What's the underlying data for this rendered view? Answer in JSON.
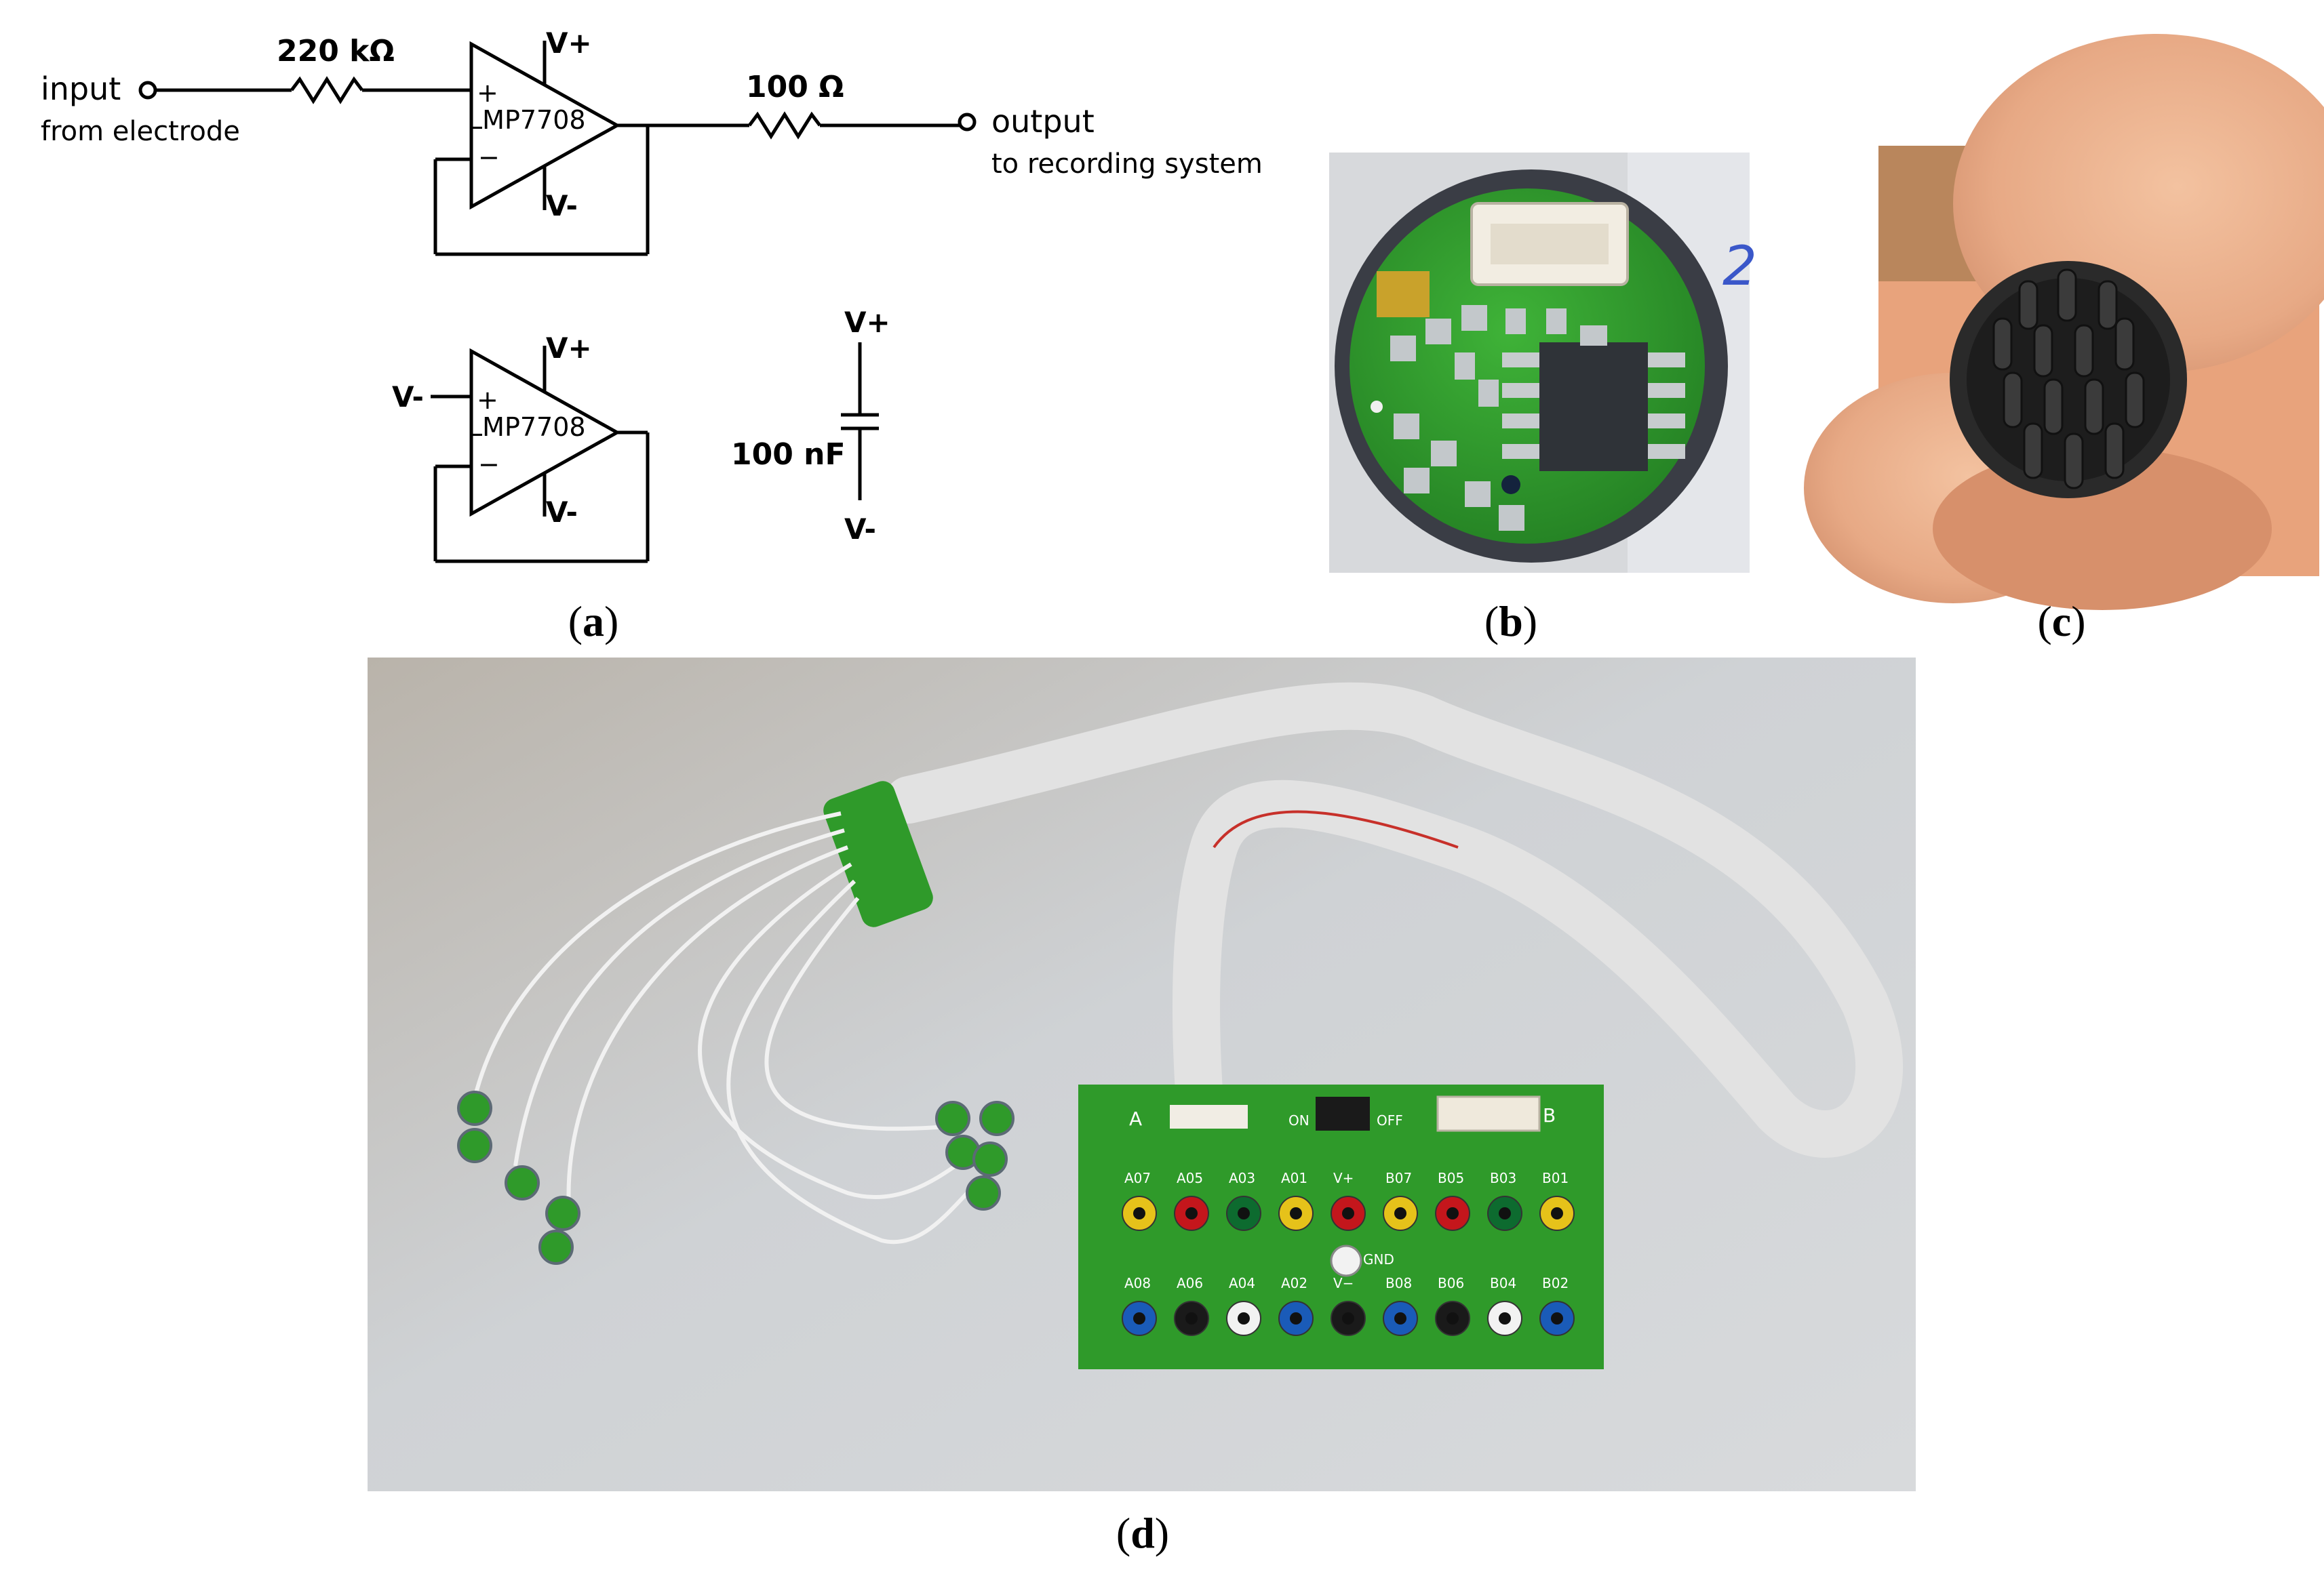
{
  "figure": {
    "panels": {
      "a": {
        "label": "a"
      },
      "b": {
        "label": "b"
      },
      "c": {
        "label": "c"
      },
      "d": {
        "label": "d"
      }
    },
    "circuit_main": {
      "input_label": "input",
      "input_sub": "from electrode",
      "resistor_in": "220 kΩ",
      "opamp": "LMP7708",
      "plus": "+",
      "minus": "−",
      "vplus": "V+",
      "vminus": "V-",
      "resistor_out": "100 Ω",
      "output_label": "output",
      "output_sub": "to recording system"
    },
    "circuit_unused": {
      "input": "V-",
      "opamp": "LMP7708",
      "plus": "+",
      "minus": "−",
      "vplus": "V+",
      "vminus": "V-"
    },
    "capacitor": {
      "top": "V+",
      "value": "100 nF",
      "bottom": "V-"
    },
    "board_labels": {
      "top_row": [
        "A07",
        "A05",
        "A03",
        "A01",
        "V+",
        "B07",
        "B05",
        "B03",
        "B01"
      ],
      "bottom_row": [
        "A08",
        "A06",
        "A04",
        "A02",
        "V−",
        "B08",
        "B06",
        "B04",
        "B02"
      ],
      "gnd": "GND",
      "on": "ON",
      "off": "OFF",
      "a": "A",
      "b": "B"
    },
    "colors": {
      "pcb_green": "#2f9a2a",
      "background_photo": "#c9ccd0",
      "jack_yellow": "#e6c21a",
      "jack_red": "#c4161c",
      "jack_green": "#0d6b2f",
      "jack_blue": "#1a5bb8",
      "jack_black": "#1a1a1a",
      "jack_white": "#f2f2f2"
    }
  }
}
